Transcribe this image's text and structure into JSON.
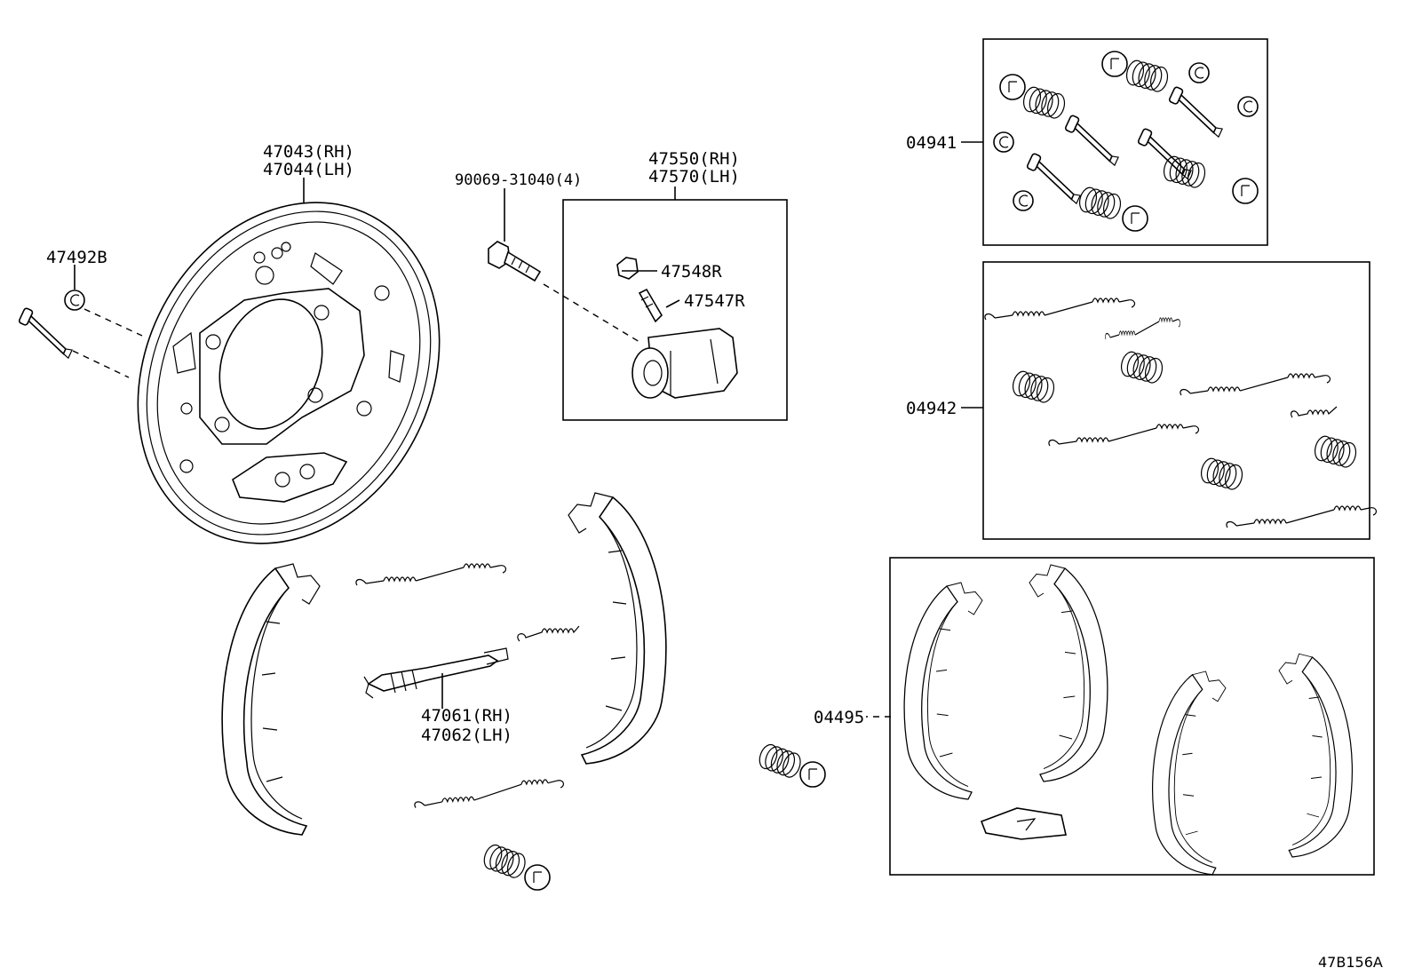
{
  "figure_id": "47B156A",
  "callouts": {
    "backing_plate": {
      "line1": "47043(RH)",
      "line2": "47044(LH)"
    },
    "pin": {
      "label": "47492B"
    },
    "bolt": {
      "label": "90069-31040(4)"
    },
    "wheel_cylinder": {
      "line1": "47550(RH)",
      "line2": "47570(LH)"
    },
    "cap": {
      "label": "47548R"
    },
    "bleeder": {
      "label": "47547R"
    },
    "adjuster": {
      "line1": "47061(RH)",
      "line2": "47062(LH)"
    },
    "hardware_kit_1": {
      "label": "04941"
    },
    "hardware_kit_2": {
      "label": "04942"
    },
    "shoe_kit": {
      "label": "04495"
    }
  }
}
